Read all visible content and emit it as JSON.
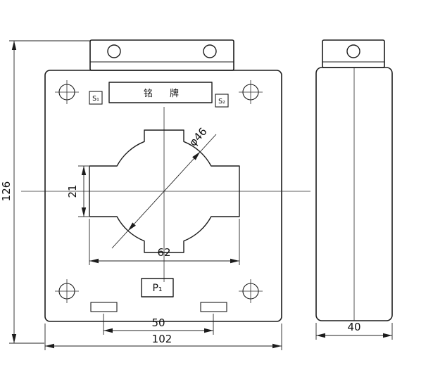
{
  "drawing": {
    "front_view": {
      "nameplate_label": "铭 牌",
      "terminal_s1": "S₁",
      "terminal_s2": "S₂",
      "terminal_p1": "P₁",
      "dim_overall_height": "126",
      "dim_overall_width": "102",
      "dim_window_width": "62",
      "dim_slot_height": "21",
      "dim_hole_diameter": "φ46",
      "dim_foot_spacing": "50"
    },
    "side_view": {
      "dim_depth": "40"
    },
    "colors": {
      "line": "#1c1c1c",
      "background": "#ffffff"
    }
  }
}
